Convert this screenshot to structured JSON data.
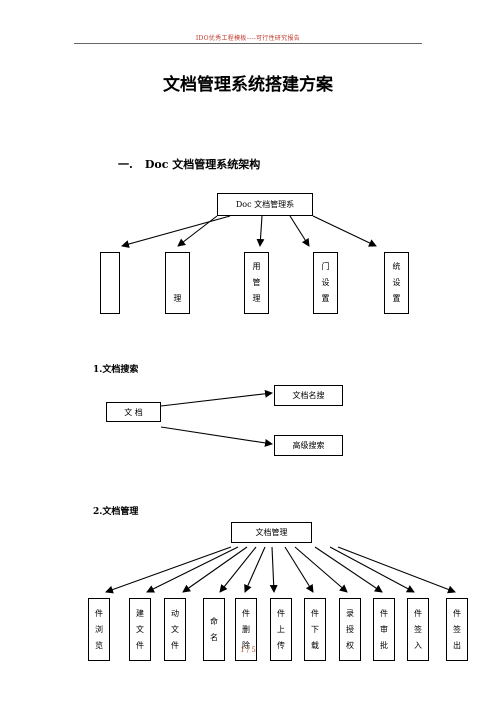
{
  "header": {
    "text": "IDO优秀工程模板----可行性研究报告"
  },
  "document": {
    "title": "文档管理系统搭建方案",
    "section1": {
      "number": "一.",
      "heading": "Doc 文档管理系统架构"
    },
    "architecture": {
      "root": "Doc 文档管理系",
      "children": [
        {
          "lines": []
        },
        {
          "lines": [
            "理"
          ]
        },
        {
          "lines": [
            "用",
            "管",
            "理"
          ]
        },
        {
          "lines": [
            "门",
            "设",
            "置"
          ]
        },
        {
          "lines": [
            "统",
            "设",
            "置"
          ]
        }
      ]
    },
    "section_search": {
      "heading": "1.文档搜索",
      "root": "文 档",
      "children": [
        "文档名搜",
        "高级搜索"
      ]
    },
    "section_manage": {
      "heading": "2.文档管理",
      "root": "文档管理",
      "children": [
        {
          "lines": [
            "件",
            "浏",
            "览"
          ]
        },
        {
          "lines": [
            "建",
            "文",
            "件"
          ]
        },
        {
          "lines": [
            "动",
            "文",
            "件"
          ]
        },
        {
          "lines": [
            "命",
            "名"
          ]
        },
        {
          "lines": [
            "件",
            "删",
            "除"
          ]
        },
        {
          "lines": [
            "件",
            "上",
            "传"
          ]
        },
        {
          "lines": [
            "件",
            "下",
            "载"
          ]
        },
        {
          "lines": [
            "录",
            "授",
            "权"
          ]
        },
        {
          "lines": [
            "件",
            "审",
            "批"
          ]
        },
        {
          "lines": [
            "件",
            "签",
            "入"
          ]
        },
        {
          "lines": [
            "件",
            "签",
            "出"
          ]
        }
      ]
    },
    "page_number": "1 / 5"
  }
}
